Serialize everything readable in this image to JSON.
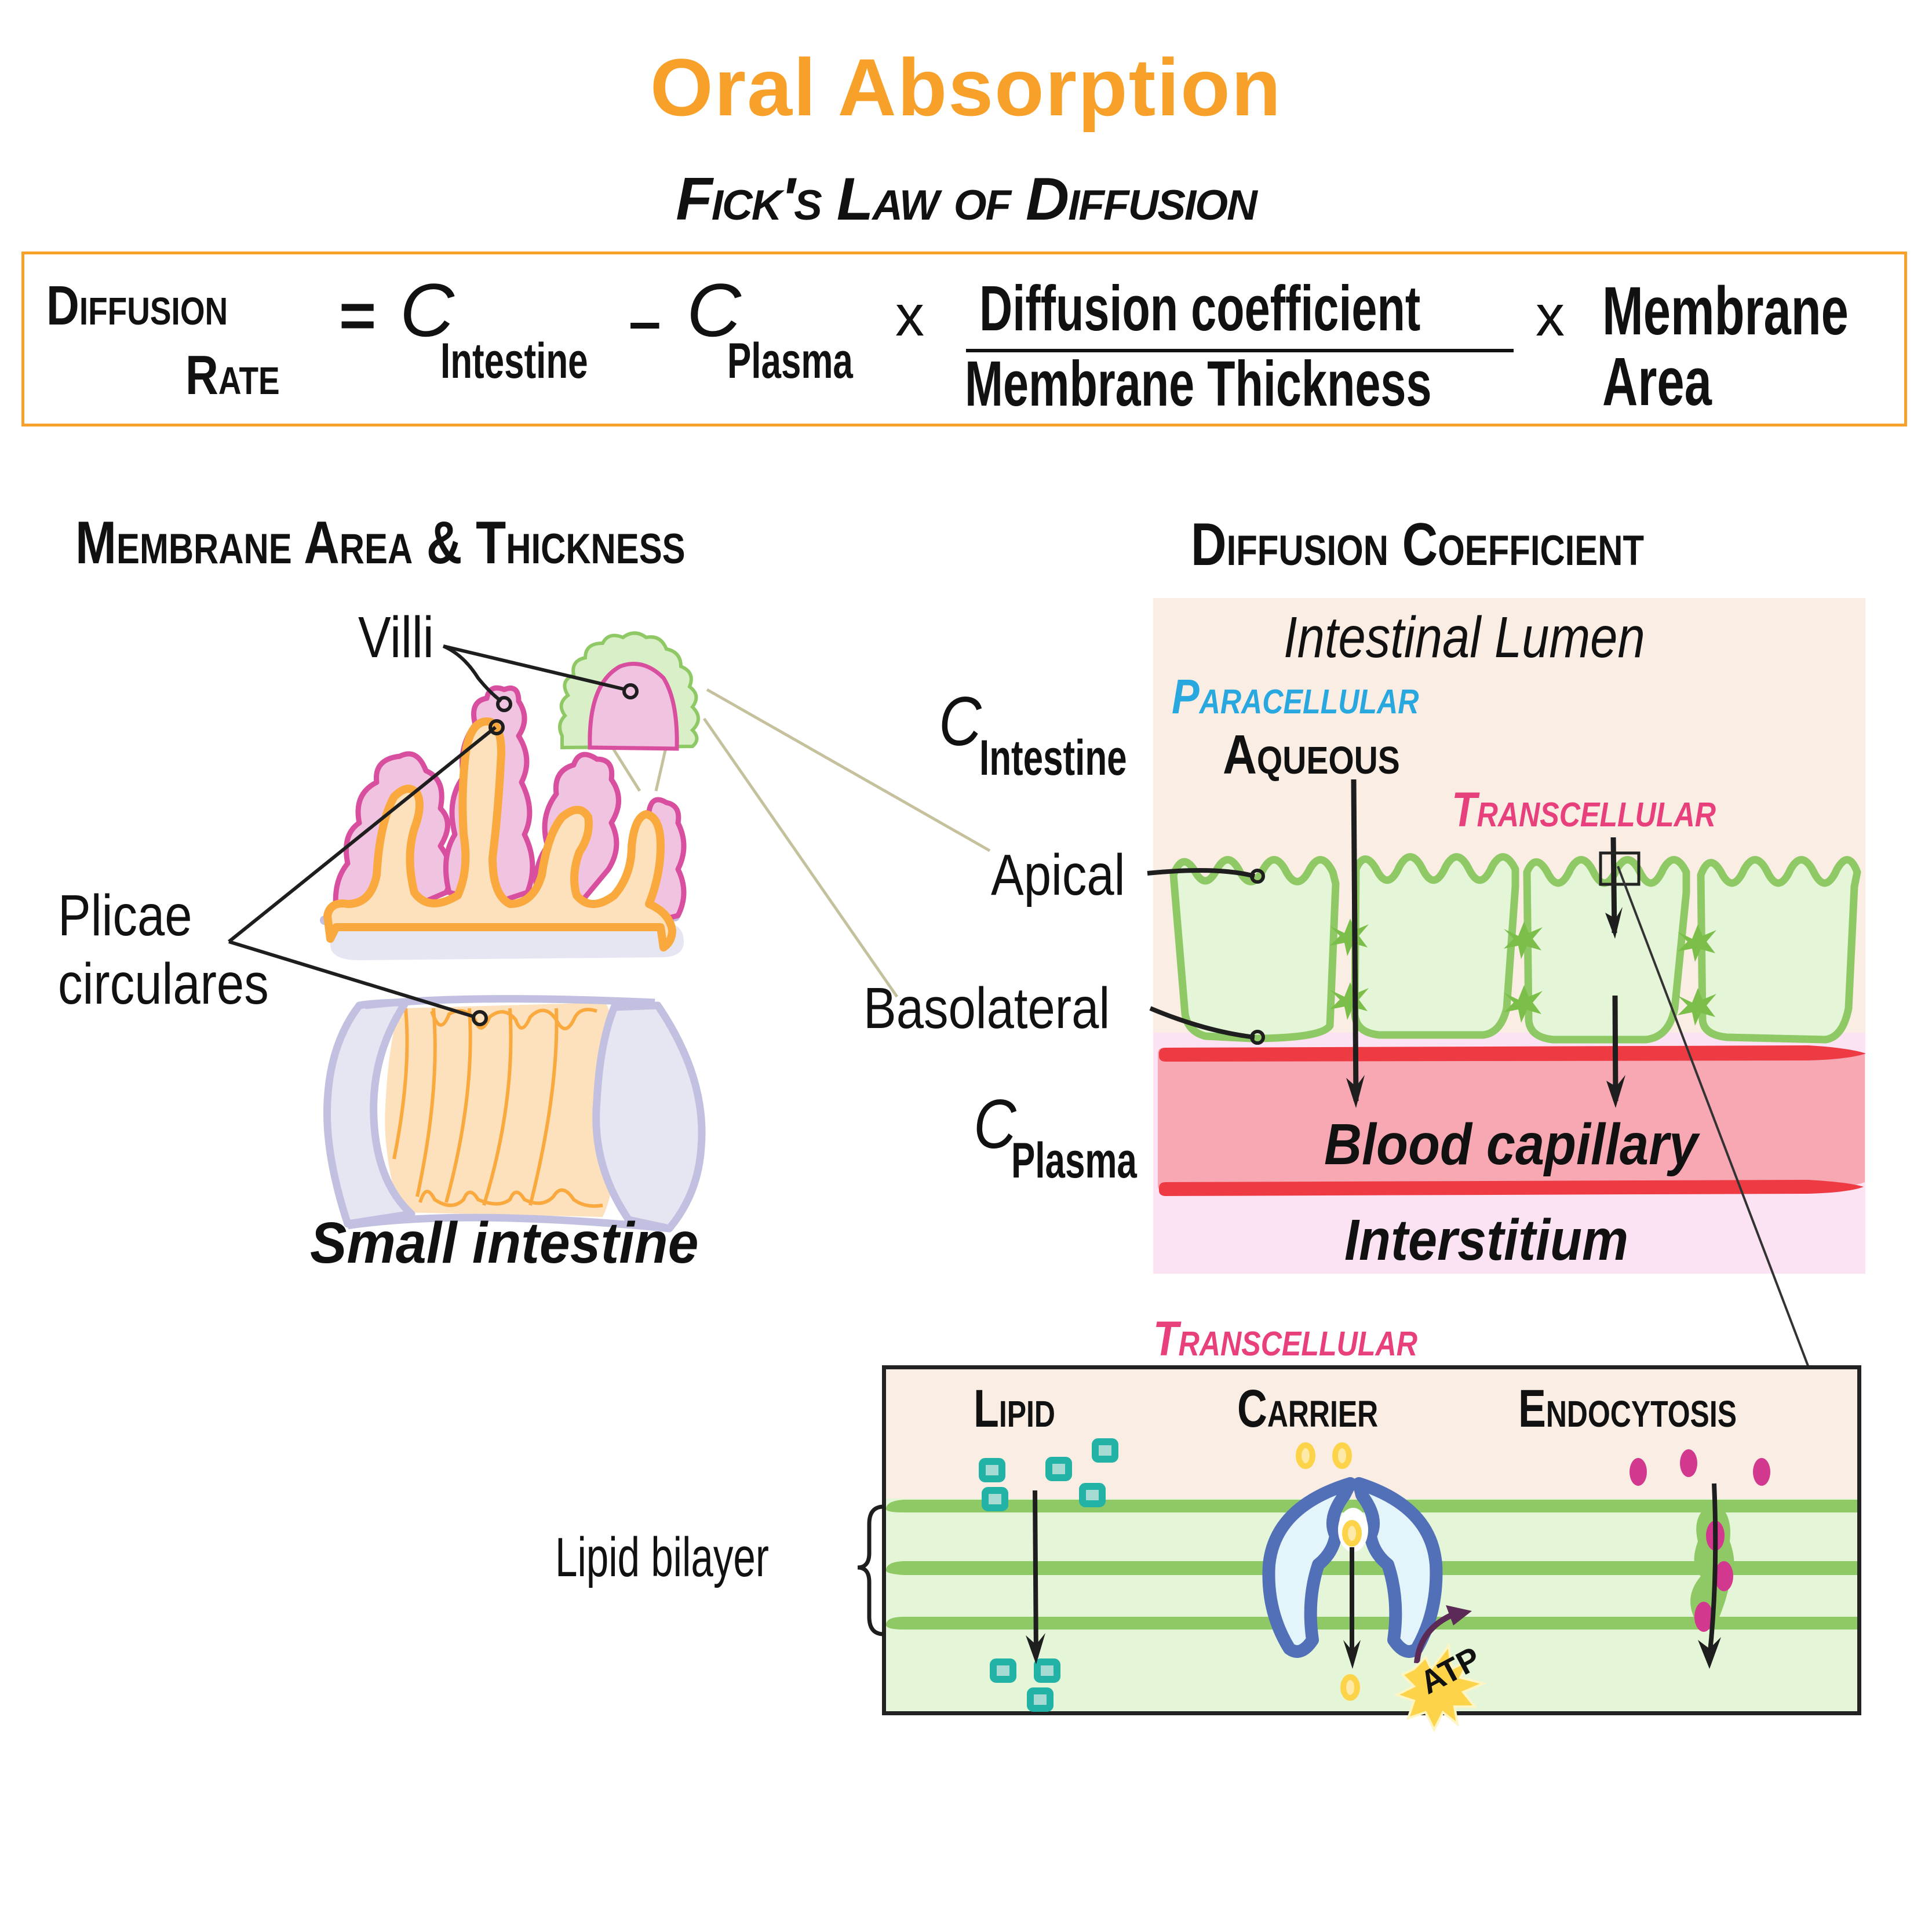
{
  "header": {
    "title": "Oral Absorption",
    "subtitle": "Fick's Law of Diffusion"
  },
  "formula": {
    "lhs_line1": "Diffusion",
    "lhs_line2": "Rate",
    "equals": "=",
    "c1": "C",
    "c1_sub": "Intestine",
    "minus": "–",
    "c2": "C",
    "c2_sub": "Plasma",
    "times1": "x",
    "numerator": "Diffusion coefficient",
    "denominator": "Membrane Thickness",
    "times2": "x",
    "area_line1": "Membrane",
    "area_line2": "Area"
  },
  "left_section": {
    "heading": "Membrane Area & Thickness",
    "labels": {
      "villi": "Villi",
      "plicae_line1": "Plicae",
      "plicae_line2": "circulares",
      "small_intestine": "Small intestine"
    }
  },
  "right_section": {
    "heading": "Diffusion Coefficient",
    "lumen": "Intestinal Lumen",
    "paracellular": "Paracellular",
    "aqueous": "Aqueous",
    "transcellular": "Transcellular",
    "c_intestine": "C",
    "c_intestine_sub": "Intestine",
    "apical": "Apical",
    "basolateral": "Basolateral",
    "c_plasma": "C",
    "c_plasma_sub": "Plasma",
    "capillary": "Blood capillary",
    "interstitium": "Interstitium"
  },
  "inset": {
    "title": "Transcellular",
    "columns": [
      "Lipid",
      "Carrier",
      "Endocytosis"
    ],
    "bilayer_label": "Lipid bilayer",
    "atp_label": "ATP"
  },
  "colors": {
    "accent_orange": "#f7a12b",
    "paracellular_blue": "#29a8e0",
    "transcellular_pink": "#e8407d",
    "cell_green": "#8fc965",
    "capillary_red": "#ee3a43",
    "capillary_fill": "#f7a8b2",
    "lumen_bg": "#faeee4",
    "interstitium_bg": "#fce3f3",
    "villi_pink": "#d94fa0",
    "tube_lavender": "#c2c0e0",
    "carrier_blue": "#5170b8",
    "lipid_teal": "#22b2a6",
    "endocytosis_magenta": "#d3388f",
    "atp_yellow": "#fdd449"
  }
}
